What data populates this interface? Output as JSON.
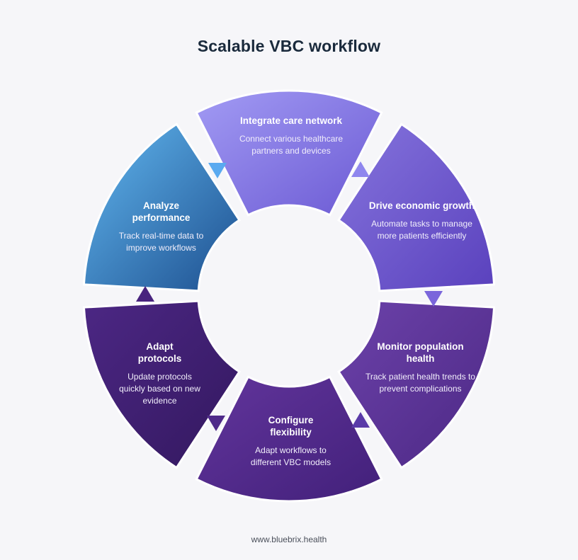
{
  "title": "Scalable VBC workflow",
  "steps": [
    {
      "title": "Integrate care network",
      "description": "Connect various healthcare partners and devices"
    },
    {
      "title": "Drive economic growth",
      "description": "Automate tasks to manage more patients efficiently"
    },
    {
      "title": "Monitor population health",
      "description": "Track patient health trends to prevent complications"
    },
    {
      "title": "Configure flexibility",
      "description": "Adapt workflows to different VBC models"
    },
    {
      "title": "Adapt protocols",
      "description": "Update protocols quickly based on new evidence"
    },
    {
      "title": "Analyze performance",
      "description": "Track real-time data to improve workflows"
    }
  ],
  "footer": "www.bluebrix.health",
  "colors": {
    "background": "#f6f6f9",
    "title": "#1a2a3c",
    "integrate": [
      "#9d95f2",
      "#6f5ed6"
    ],
    "drive": [
      "#7d6ad8",
      "#5b43bf"
    ],
    "monitor": [
      "#6a3fa7",
      "#4e2a86"
    ],
    "configure": [
      "#5e3198",
      "#45217c"
    ],
    "adapt": [
      "#4a2580",
      "#361a66"
    ],
    "analyze": [
      "#5ab0ec",
      "#1f5a99"
    ],
    "arrow": "#48237e"
  }
}
